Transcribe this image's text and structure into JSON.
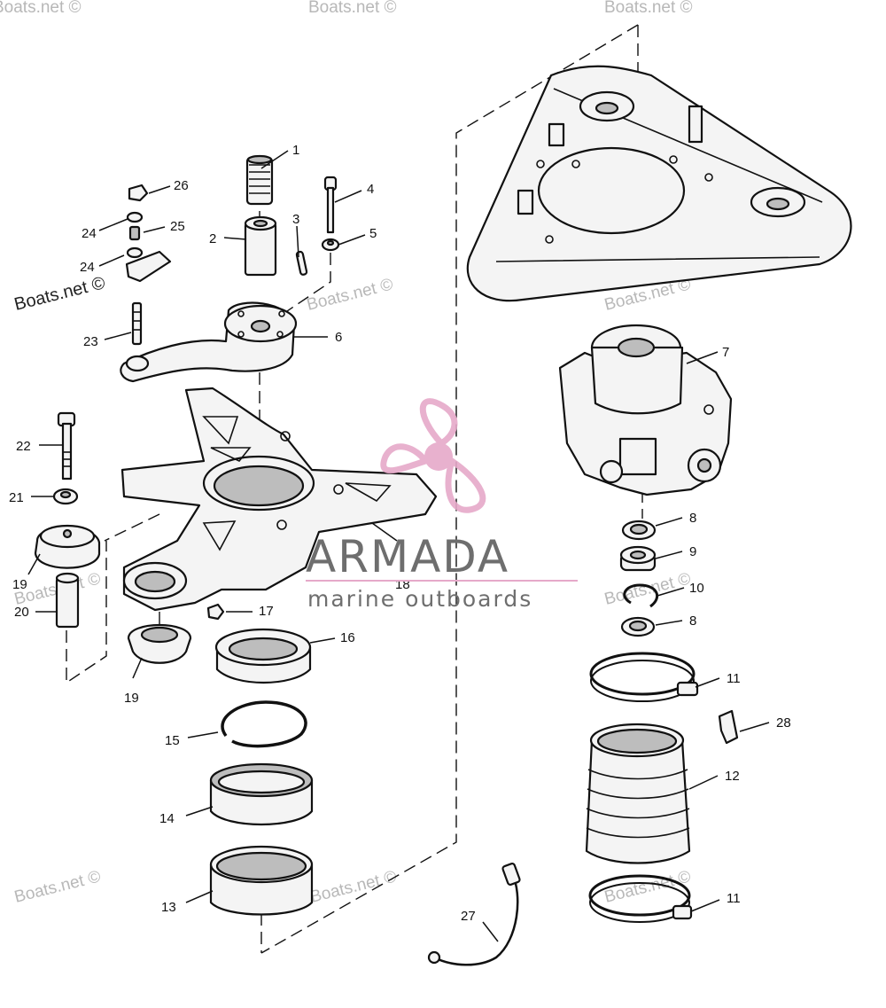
{
  "callouts": {
    "c1": "1",
    "c2": "2",
    "c3": "3",
    "c4": "4",
    "c5": "5",
    "c6": "6",
    "c7": "7",
    "c8a": "8",
    "c8b": "8",
    "c9": "9",
    "c10": "10",
    "c11a": "11",
    "c11b": "11",
    "c12": "12",
    "c13": "13",
    "c14": "14",
    "c15": "15",
    "c16": "16",
    "c17": "17",
    "c18": "18",
    "c19a": "19",
    "c19b": "19",
    "c20": "20",
    "c21": "21",
    "c22": "22",
    "c23": "23",
    "c24a": "24",
    "c24b": "24",
    "c25": "25",
    "c26": "26",
    "c27": "27",
    "c28": "28"
  },
  "watermark": {
    "text": "Boats.net ©",
    "brand_name": "ARMADA",
    "brand_tagline": "marine outboards",
    "brand_color": "#e6a9c9"
  }
}
